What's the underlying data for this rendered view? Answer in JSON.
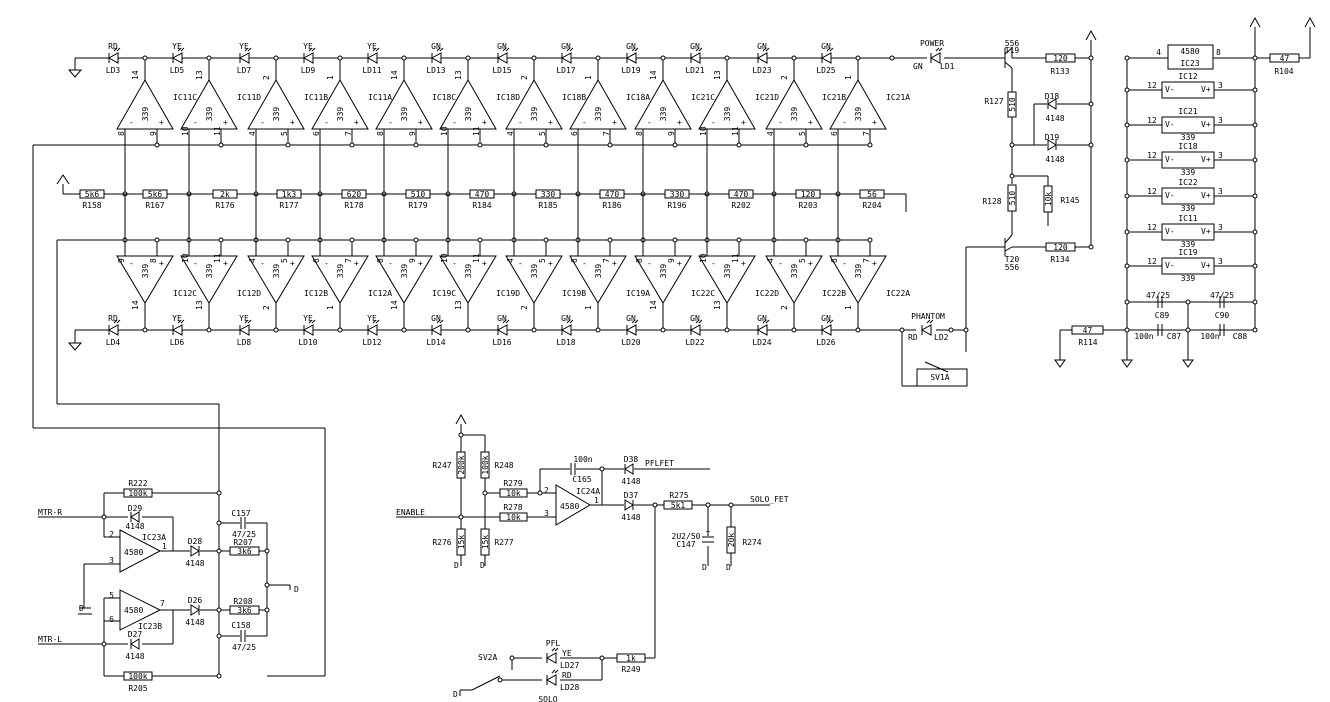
{
  "meters": {
    "top": [
      {
        "color": "RD",
        "led": "LD3",
        "ic": "IC11C",
        "pinOut": "14",
        "pinA": "8",
        "pinB": "9"
      },
      {
        "color": "YE",
        "led": "LD5",
        "ic": "IC11D",
        "pinOut": "13",
        "pinA": "10",
        "pinB": "11"
      },
      {
        "color": "YE",
        "led": "LD7",
        "ic": "IC11B",
        "pinOut": "2",
        "pinA": "4",
        "pinB": "5"
      },
      {
        "color": "YE",
        "led": "LD9",
        "ic": "IC11A",
        "pinOut": "1",
        "pinA": "6",
        "pinB": "7"
      },
      {
        "color": "YE",
        "led": "LD11",
        "ic": "IC18C",
        "pinOut": "14",
        "pinA": "8",
        "pinB": "9"
      },
      {
        "color": "GN",
        "led": "LD13",
        "ic": "IC18D",
        "pinOut": "13",
        "pinA": "10",
        "pinB": "11"
      },
      {
        "color": "GN",
        "led": "LD15",
        "ic": "IC18B",
        "pinOut": "2",
        "pinA": "4",
        "pinB": "5"
      },
      {
        "color": "GN",
        "led": "LD17",
        "ic": "IC18A",
        "pinOut": "1",
        "pinA": "6",
        "pinB": "7"
      },
      {
        "color": "GN",
        "led": "LD19",
        "ic": "IC21C",
        "pinOut": "14",
        "pinA": "8",
        "pinB": "9"
      },
      {
        "color": "GN",
        "led": "LD21",
        "ic": "IC21D",
        "pinOut": "13",
        "pinA": "10",
        "pinB": "11"
      },
      {
        "color": "GN",
        "led": "LD23",
        "ic": "IC21B",
        "pinOut": "2",
        "pinA": "4",
        "pinB": "5"
      },
      {
        "color": "GN",
        "led": "LD25",
        "ic": "IC21A",
        "pinOut": "1",
        "pinA": "6",
        "pinB": "7"
      }
    ],
    "bottom": [
      {
        "color": "RD",
        "led": "LD4",
        "ic": "IC12C",
        "pinOut": "14",
        "pinA": "9",
        "pinB": "8"
      },
      {
        "color": "YE",
        "led": "LD6",
        "ic": "IC12D",
        "pinOut": "13",
        "pinA": "10",
        "pinB": "11"
      },
      {
        "color": "YE",
        "led": "LD8",
        "ic": "IC12B",
        "pinOut": "2",
        "pinA": "4",
        "pinB": "5"
      },
      {
        "color": "YE",
        "led": "LD10",
        "ic": "IC12A",
        "pinOut": "1",
        "pinA": "6",
        "pinB": "7"
      },
      {
        "color": "YE",
        "led": "LD12",
        "ic": "IC19C",
        "pinOut": "14",
        "pinA": "8",
        "pinB": "9"
      },
      {
        "color": "GN",
        "led": "LD14",
        "ic": "IC19D",
        "pinOut": "13",
        "pinA": "10",
        "pinB": "11"
      },
      {
        "color": "GN",
        "led": "LD16",
        "ic": "IC19B",
        "pinOut": "2",
        "pinA": "4",
        "pinB": "5"
      },
      {
        "color": "GN",
        "led": "LD18",
        "ic": "IC19A",
        "pinOut": "1",
        "pinA": "6",
        "pinB": "7"
      },
      {
        "color": "GN",
        "led": "LD20",
        "ic": "IC22C",
        "pinOut": "14",
        "pinA": "8",
        "pinB": "9"
      },
      {
        "color": "GN",
        "led": "LD22",
        "ic": "IC22D",
        "pinOut": "13",
        "pinA": "10",
        "pinB": "11"
      },
      {
        "color": "GN",
        "led": "LD24",
        "ic": "IC22B",
        "pinOut": "2",
        "pinA": "4",
        "pinB": "5"
      },
      {
        "color": "GN",
        "led": "LD26",
        "ic": "IC22A",
        "pinOut": "1",
        "pinA": "6",
        "pinB": "7"
      }
    ],
    "comparator_type": "339",
    "ladder": [
      {
        "value": "5k6",
        "ref": "R158"
      },
      {
        "value": "5k6",
        "ref": "R167"
      },
      {
        "value": "2k",
        "ref": "R176"
      },
      {
        "value": "1k3",
        "ref": "R177"
      },
      {
        "value": "620",
        "ref": "R178"
      },
      {
        "value": "510",
        "ref": "R179"
      },
      {
        "value": "470",
        "ref": "R184"
      },
      {
        "value": "330",
        "ref": "R185"
      },
      {
        "value": "470",
        "ref": "R186"
      },
      {
        "value": "330",
        "ref": "R196"
      },
      {
        "value": "470",
        "ref": "R202"
      },
      {
        "value": "120",
        "ref": "R203"
      },
      {
        "value": "56",
        "ref": "R204"
      }
    ]
  },
  "power": {
    "label": "POWER",
    "led": "LD1",
    "color": "GN",
    "t19": {
      "ref": "T19",
      "type": "556"
    },
    "t20": {
      "ref": "T20",
      "type": "556"
    },
    "r133": {
      "value": "120",
      "ref": "R133"
    },
    "r134": {
      "value": "120",
      "ref": "R134"
    },
    "r127": {
      "value": "510",
      "ref": "R127"
    },
    "r128": {
      "value": "510",
      "ref": "R128"
    },
    "r145": {
      "value": "10k",
      "ref": "R145"
    },
    "d18": {
      "ref": "D18",
      "type": "4148"
    },
    "d19": {
      "ref": "D19",
      "type": "4148"
    }
  },
  "phantom": {
    "label": "PHANTOM",
    "led": "LD2",
    "color": "RD",
    "switch": "SV1A"
  },
  "supply": {
    "ic23": {
      "ref": "IC23",
      "type": "4580",
      "pin4": "4",
      "pin8": "8"
    },
    "r104": {
      "value": "47",
      "ref": "R104"
    },
    "r114": {
      "value": "47",
      "ref": "R114"
    },
    "ics": [
      {
        "ref": "IC12",
        "pinL": "12",
        "pinR": "3",
        "vm": "V-",
        "vp": "V+",
        "type": ""
      },
      {
        "ref": "IC21",
        "pinL": "12",
        "pinR": "3",
        "vm": "V-",
        "vp": "V+",
        "type": "339"
      },
      {
        "ref": "IC18",
        "pinL": "12",
        "pinR": "3",
        "vm": "V-",
        "vp": "V+",
        "type": "339"
      },
      {
        "ref": "IC22",
        "pinL": "12",
        "pinR": "3",
        "vm": "V-",
        "vp": "V+",
        "type": "339"
      },
      {
        "ref": "IC11",
        "pinL": "12",
        "pinR": "3",
        "vm": "V-",
        "vp": "V+",
        "type": "339"
      },
      {
        "ref": "IC19",
        "pinL": "12",
        "pinR": "3",
        "vm": "V-",
        "vp": "V+",
        "type": "339"
      }
    ],
    "c89": {
      "ref": "C89",
      "value": "47/25"
    },
    "c90": {
      "ref": "C90",
      "value": "47/25"
    },
    "c87": {
      "ref": "C87",
      "value": "100n"
    },
    "c88": {
      "ref": "C88",
      "value": "100n"
    }
  },
  "rectifier": {
    "mtr_r": "MTR-R",
    "mtr_l": "MTR-L",
    "ground": "D",
    "r222": {
      "value": "100k",
      "ref": "R222"
    },
    "r205": {
      "value": "100k",
      "ref": "R205"
    },
    "d29": {
      "ref": "D29",
      "type": "4148"
    },
    "d27": {
      "ref": "D27",
      "type": "4148"
    },
    "d28": {
      "ref": "D28",
      "type": "4148"
    },
    "d26": {
      "ref": "D26",
      "type": "4148"
    },
    "ic23a": {
      "ref": "IC23A",
      "type": "4580",
      "p2": "2",
      "p3": "3",
      "p1": "1"
    },
    "ic23b": {
      "ref": "IC23B",
      "type": "4580",
      "p5": "5",
      "p6": "6",
      "p7": "7"
    },
    "r207": {
      "value": "3k6",
      "ref": "R207"
    },
    "r208": {
      "value": "3k6",
      "ref": "R208"
    },
    "c157": {
      "ref": "C157",
      "value": "47/25"
    },
    "c158": {
      "ref": "C158",
      "value": "47/25"
    },
    "out_gnd": "D"
  },
  "pfl": {
    "enable": "ENABLE",
    "r247": {
      "ref": "R247",
      "value": "200k"
    },
    "r248": {
      "ref": "R248",
      "value": "100k"
    },
    "r279": {
      "ref": "R279",
      "value": "10k"
    },
    "r278": {
      "ref": "R278",
      "value": "10k"
    },
    "r276": {
      "ref": "R276",
      "value": "15k"
    },
    "r277": {
      "ref": "R277",
      "value": "15k"
    },
    "c165": {
      "ref": "C165",
      "value": "100n"
    },
    "ic24a": {
      "ref": "IC24A",
      "type": "4580",
      "p1": "1",
      "p2": "2",
      "p3": "3"
    },
    "d38": {
      "ref": "D38",
      "type": "4148"
    },
    "d37": {
      "ref": "D37",
      "type": "4148"
    },
    "pflfet": "PFLFET",
    "solofet": "SOLO_FET",
    "r275": {
      "ref": "R275",
      "value": "5k1"
    },
    "c147": {
      "ref": "C147",
      "value": "2U2/50"
    },
    "r274": {
      "ref": "R274",
      "value": "20k"
    },
    "sv2a": "SV2A",
    "pfl_label": "PFL",
    "solo_label": "SOLO",
    "ld27": {
      "ref": "LD27",
      "color": "YE"
    },
    "ld28": {
      "ref": "LD28",
      "color": "RD"
    },
    "r249": {
      "ref": "R249",
      "value": "1k"
    },
    "gnd": "D"
  }
}
